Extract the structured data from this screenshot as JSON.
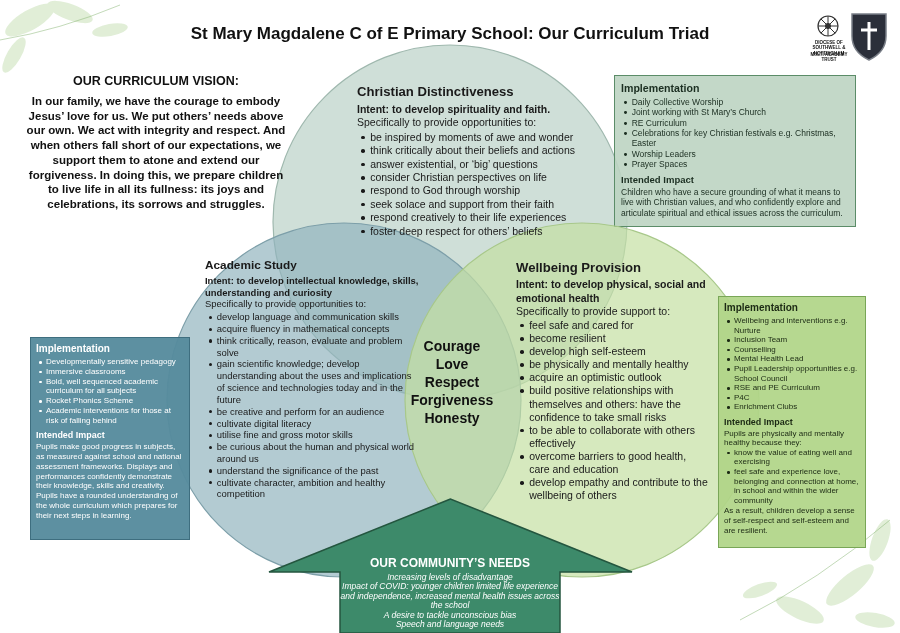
{
  "diagram": {
    "title": "St Mary Magdalene C of E Primary School: Our Curriculum Triad",
    "nodes": [
      {
        "text": [
          "Christian Distinctiveness",
          "Intent: to develop spirituality and faith.",
          "Specifically to provide opportunities to:",
          "be inspired by moments of awe and wonder",
          "think critically about their beliefs and actions",
          "answer existential, or ‘big’ questions",
          "consider Christian perspectives on life",
          "respond to God through worship",
          "seek solace and support from their faith",
          "respond creatively to their life experiences",
          "foster deep respect for others’ beliefs"
        ]
      },
      {
        "text": [
          "Implementation",
          "Daily Collective Worship",
          "Joint working with St Mary’s Church",
          "RE Curriculum",
          "Celebrations for key Christian festivals e.g. Christmas, Easter",
          "Worship Leaders",
          "Prayer Spaces",
          "Intended Impact",
          "Children who have a secure grounding of what it means to live with Christian values, and who confidently explore and articulate spiritual and ethical issues across the curriculum."
        ]
      },
      {
        "text": [
          "Academic Study",
          "Intent: to develop intellectual knowledge, skills, understanding and curiosity",
          "Specifically to provide opportunities to:",
          "develop language and communication skills",
          "acquire fluency in mathematical concepts",
          "think critically, reason, evaluate and problem solve",
          "gain scientific knowledge; develop understanding about the uses and implications of science and technologies today and in the future",
          "be creative and perform for an audience",
          "cultivate digital literacy",
          "utilise fine and gross motor skills",
          "be curious about the human and physical world around us",
          "understand the significance of the past",
          "cultivate character, ambition and healthy competition"
        ]
      },
      {
        "text": [
          "Implementation",
          "Developmentally sensitive pedagogy",
          "Immersive classrooms",
          "Bold, well sequenced academic curriculum for all subjects",
          "Rocket Phonics Scheme",
          "Academic interventions for those at risk of falling behind",
          "Intended Impact",
          "Pupils make good progress in subjects, as measured against school and national assessment frameworks. Displays and performances confidently demonstrate their knowledge, skills and creativity. Pupils have a rounded understanding of the whole curriculum which prepares for their next steps in learning."
        ]
      },
      {
        "text": [
          "Wellbeing Provision",
          "Intent: to develop physical, social and emotional health",
          "Specifically to provide support to:",
          "feel safe and cared for",
          "become resilient",
          "develop high self-esteem",
          "be physically and mentally healthy",
          "acquire an optimistic outlook",
          "build positive relationships with themselves and others: have the confidence to take small risks",
          "to be able to collaborate with others effectively",
          "overcome barriers to good health, care and education",
          "develop empathy and contribute to the wellbeing of others"
        ]
      },
      {
        "text": [
          "Implementation",
          "Wellbeing and interventions e.g. Nurture",
          "Inclusion Team",
          "Counselling",
          "Mental Health Lead",
          "Pupil Leadership opportunities e.g. School Council",
          "RSE and PE Curriculum",
          "P4C",
          "Enrichment Clubs",
          "Intended Impact",
          "Pupils are physically and mentally healthy because they:",
          "know the value of eating well and exercising",
          "feel safe and experience love, belonging and connection at home, in school and within the wider community",
          "As a result, children develop a sense of self-respect and self-esteem and are resilient."
        ]
      },
      {
        "text": [
          "OUR COMMUNITY’S NEEDS",
          "Increasing levels of disadvantage",
          "Impact of COVID: younger children limited life experience and independence, increased mental health issues across the school",
          "A desire to tackle unconscious bias",
          "Speech and language needs"
        ]
      }
    ],
    "labels": [
      "OUR CURRICULUM VISION:",
      "In our family, we have the courage to embody Jesus’ love for us. We put others’ needs above our own. We act with integrity and respect. And when others fall short of our expectations, we support them to atone and extend our forgiveness. In doing this, we prepare children to live life in all its fullness: its joys and celebrations, its sorrows and struggles.",
      "Courage",
      "Love",
      "Respect",
      "Forgiveness",
      "Honesty",
      "DIOCESE OF SOUTHWELL & NOTTINGHAM",
      "MULTI ACADEMY TRUST"
    ]
  }
}
